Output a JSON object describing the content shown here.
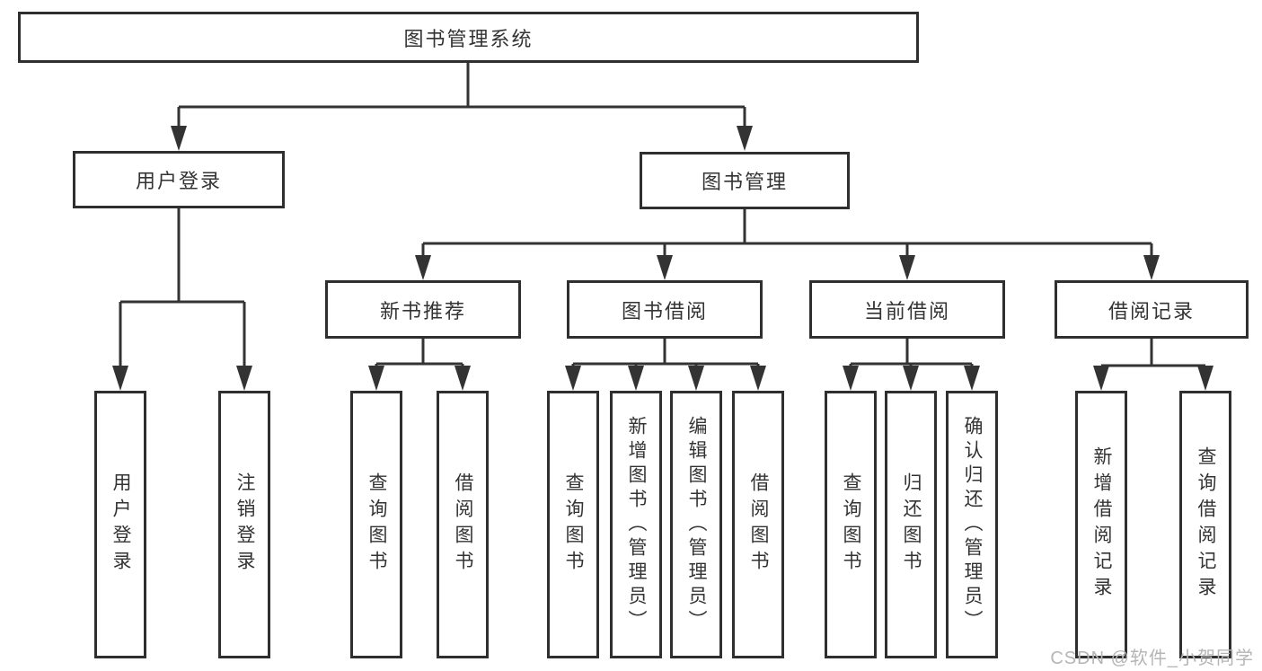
{
  "diagram_title": "图书管理系统",
  "watermark": "CSDN @软件_小贺同学",
  "colors": {
    "line": "#333333",
    "box_border": "#2f2f2f",
    "box_background": "#ffffff",
    "text": "#333333",
    "watermark": "#b5b5b5",
    "page_background": "#ffffff"
  },
  "root": {
    "label": "图书管理系统",
    "children": [
      {
        "label": "用户登录",
        "children": [
          {
            "label": "用户登录"
          },
          {
            "label": "注销登录"
          }
        ]
      },
      {
        "label": "图书管理",
        "children": [
          {
            "label": "新书推荐",
            "children": [
              {
                "label": "查询图书"
              },
              {
                "label": "借阅图书"
              }
            ]
          },
          {
            "label": "图书借阅",
            "children": [
              {
                "label": "查询图书"
              },
              {
                "label": "新增图书（管理员）"
              },
              {
                "label": "编辑图书（管理员）"
              },
              {
                "label": "借阅图书"
              }
            ]
          },
          {
            "label": "当前借阅",
            "children": [
              {
                "label": "查询图书"
              },
              {
                "label": "归还图书"
              },
              {
                "label": "确认归还（管理员）"
              }
            ]
          },
          {
            "label": "借阅记录",
            "children": [
              {
                "label": "新增借阅记录"
              },
              {
                "label": "查询借阅记录"
              }
            ]
          }
        ]
      }
    ]
  }
}
